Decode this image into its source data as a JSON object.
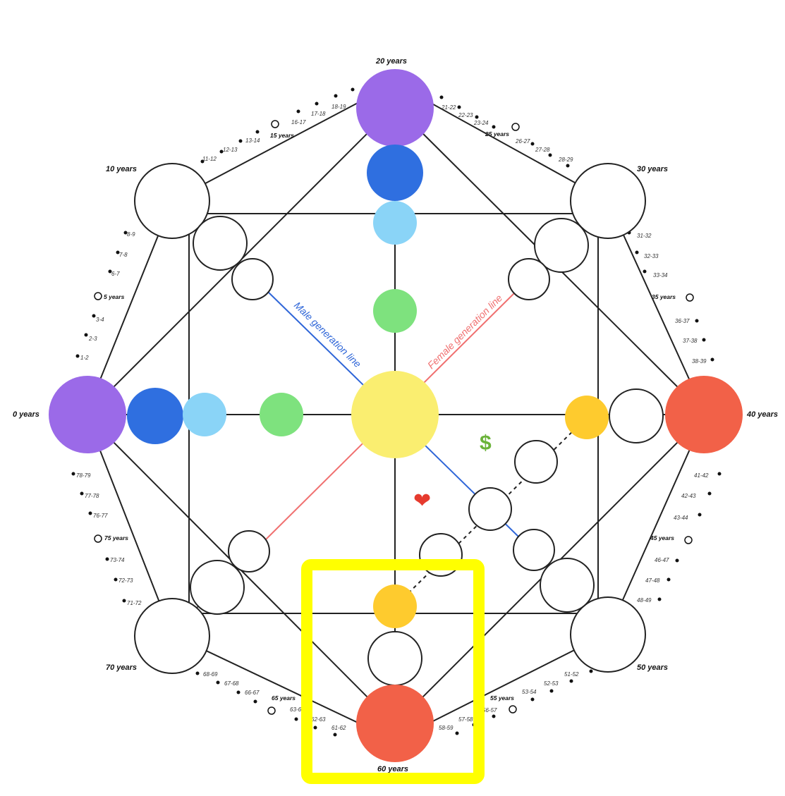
{
  "diagram": {
    "colors": {
      "purple": "#9B6AE8",
      "dark_blue": "#2F6FE0",
      "light_blue": "#8AD4F7",
      "green": "#7EE27E",
      "yellow": "#FAEE70",
      "orange": "#FECB2E",
      "red": "#F26148",
      "male_line": "#2F66D8",
      "female_line": "#F07070",
      "dollar": "#6BB33A",
      "heart": "#E63B2E",
      "highlight": "#FFFF00"
    },
    "lines": {
      "male": "Male generation line",
      "female": "Female generation line"
    },
    "symbols": {
      "dollar": "$",
      "heart": "❤"
    },
    "major_ages": {
      "top": "20 years",
      "top_left": "10 years",
      "top_right": "30 years",
      "left": "0 years",
      "right": "40 years",
      "bottom_left": "70 years",
      "bottom_right": "50 years",
      "bottom": "60 years"
    },
    "mid_ages": {
      "m5": "5 years",
      "m15": "15 years",
      "m25": "25 years",
      "m35": "35 years",
      "m45": "45 years",
      "m55": "55 years",
      "m65": "65 years",
      "m75": "75 years"
    },
    "minor_ages": {
      "r1_2": "1-2",
      "r2_3": "2-3",
      "r3_4": "3-4",
      "r6_7": "6-7",
      "r7_8": "7-8",
      "r8_9": "8-9",
      "r11_12": "11-12",
      "r12_13": "12-13",
      "r13_14": "13-14",
      "r16_17": "16-17",
      "r17_18": "17-18",
      "r18_19": "18-19",
      "r21_22": "21-22",
      "r22_23": "22-23",
      "r23_24": "23-24",
      "r26_27": "26-27",
      "r27_28": "27-28",
      "r28_29": "28-29",
      "r31_32": "31-32",
      "r32_33": "32-33",
      "r33_34": "33-34",
      "r36_37": "36-37",
      "r37_38": "37-38",
      "r38_39": "38-39",
      "r41_42": "41-42",
      "r42_43": "42-43",
      "r43_44": "43-44",
      "r46_47": "46-47",
      "r47_48": "47-48",
      "r48_49": "48-49",
      "r51_52": "51-52",
      "r52_53": "52-53",
      "r53_54": "53-54",
      "r56_57": "56-57",
      "r57_58": "57-58",
      "r58_59": "58-59",
      "r61_62": "61-62",
      "r62_63": "62-63",
      "r63_64": "63-64",
      "r66_67": "66-67",
      "r67_68": "67-68",
      "r68_69": "68-69",
      "r71_72": "71-72",
      "r72_73": "72-73",
      "r73_74": "73-74",
      "r76_77": "76-77",
      "r77_78": "77-78",
      "r78_79": "78-79"
    }
  }
}
